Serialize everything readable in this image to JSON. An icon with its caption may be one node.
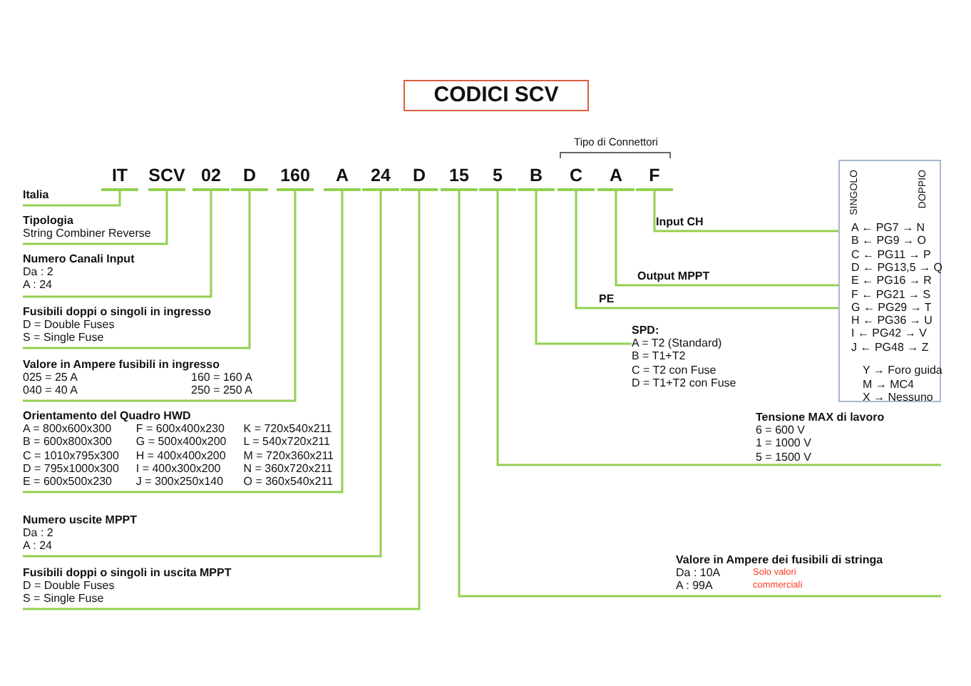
{
  "diagram": {
    "title": "CODICI SCV",
    "nodes": [
      {
        "text": [
          "IT"
        ]
      },
      {
        "text": [
          "SCV"
        ]
      },
      {
        "text": [
          "02"
        ]
      },
      {
        "text": [
          "D"
        ]
      },
      {
        "text": [
          "160"
        ]
      },
      {
        "text": [
          "A"
        ]
      },
      {
        "text": [
          "24"
        ]
      },
      {
        "text": [
          "D"
        ]
      },
      {
        "text": [
          "15"
        ]
      },
      {
        "text": [
          "5"
        ]
      },
      {
        "text": [
          "B"
        ]
      },
      {
        "text": [
          "C"
        ]
      },
      {
        "text": [
          "A"
        ]
      },
      {
        "text": [
          "F"
        ]
      },
      {
        "text": [
          "Italia"
        ]
      },
      {
        "text": [
          "Tipologia",
          "String Combiner Reverse"
        ]
      },
      {
        "text": [
          "Numero Canali Input",
          "Da : 2",
          "A : 24"
        ]
      },
      {
        "text": [
          "Fusibili doppi o singoli in ingresso",
          "D = Double Fuses",
          "S = Single Fuse"
        ]
      },
      {
        "text": [
          "Valore in Ampere fusibili in ingresso",
          "025 = 25 A",
          "160 = 160 A",
          "040 = 40 A",
          "250 = 250 A"
        ]
      },
      {
        "text": [
          "Orientamento del Quadro HWD",
          "A = 800x600x300",
          "F = 600x400x230",
          "K = 720x540x211",
          "B = 600x800x300",
          "G = 500x400x200",
          "L = 540x720x211",
          "C = 1010x795x300",
          "H = 400x400x200",
          "M = 720x360x211",
          "D = 795x1000x300",
          "I = 400x300x200",
          "N = 360x720x211",
          "E = 600x500x230",
          "J = 300x250x140",
          "O = 360x540x211"
        ]
      },
      {
        "text": [
          "Numero uscite MPPT",
          "Da : 2",
          "A : 24"
        ]
      },
      {
        "text": [
          "Fusibili doppi o singoli in uscita MPPT",
          "D = Double Fuses",
          "S = Single Fuse"
        ]
      },
      {
        "text": [
          "Valore in Ampere dei fusibili di stringa",
          "Da : 10A",
          "A : 99A",
          "Solo valori commerciali"
        ]
      },
      {
        "text": [
          "Tensione MAX di lavoro",
          "6 = 600 V",
          "1 = 1000 V",
          "5 = 1500 V"
        ]
      },
      {
        "text": [
          "SPD:",
          "A = T2 (Standard)",
          "B = T1+T2",
          "C = T2 con Fuse",
          "D = T1+T2 con Fuse"
        ]
      },
      {
        "text": [
          "SINGOLO",
          "DOPPIO",
          "A ← PG7 → N",
          "B ← PG9 → O",
          "C ← PG11 → P",
          "D ← PG13,5 → Q",
          "E ← PG16 → R",
          "F ← PG21 → S",
          "G ← PG29 → T",
          "H ← PG36 → U",
          "I ← PG42 → V",
          "J ← PG48 → Z",
          "Y → Foro guida",
          "M → MC4",
          "X → Nessuno"
        ]
      }
    ],
    "edges": [
      {
        "from": 0,
        "to": 14,
        "arrow": "none"
      },
      {
        "from": 1,
        "to": 15,
        "arrow": "none"
      },
      {
        "from": 2,
        "to": 16,
        "arrow": "none"
      },
      {
        "from": 3,
        "to": 17,
        "arrow": "none"
      },
      {
        "from": 4,
        "to": 18,
        "arrow": "none"
      },
      {
        "from": 5,
        "to": 19,
        "arrow": "none"
      },
      {
        "from": 6,
        "to": 20,
        "arrow": "none"
      },
      {
        "from": 7,
        "to": 21,
        "arrow": "none"
      },
      {
        "from": 8,
        "to": 22,
        "arrow": "none"
      },
      {
        "from": 9,
        "to": 23,
        "arrow": "none"
      },
      {
        "from": 10,
        "to": 24,
        "arrow": "none"
      },
      {
        "from": 11,
        "to": 25,
        "label": "PE",
        "arrow": "none"
      },
      {
        "from": 12,
        "to": 25,
        "label": "Output MPPT",
        "arrow": "none"
      },
      {
        "from": 13,
        "to": 25,
        "label": "Input CH",
        "arrow": "none"
      }
    ],
    "labels": [
      "Tipo di Connettori"
    ]
  }
}
